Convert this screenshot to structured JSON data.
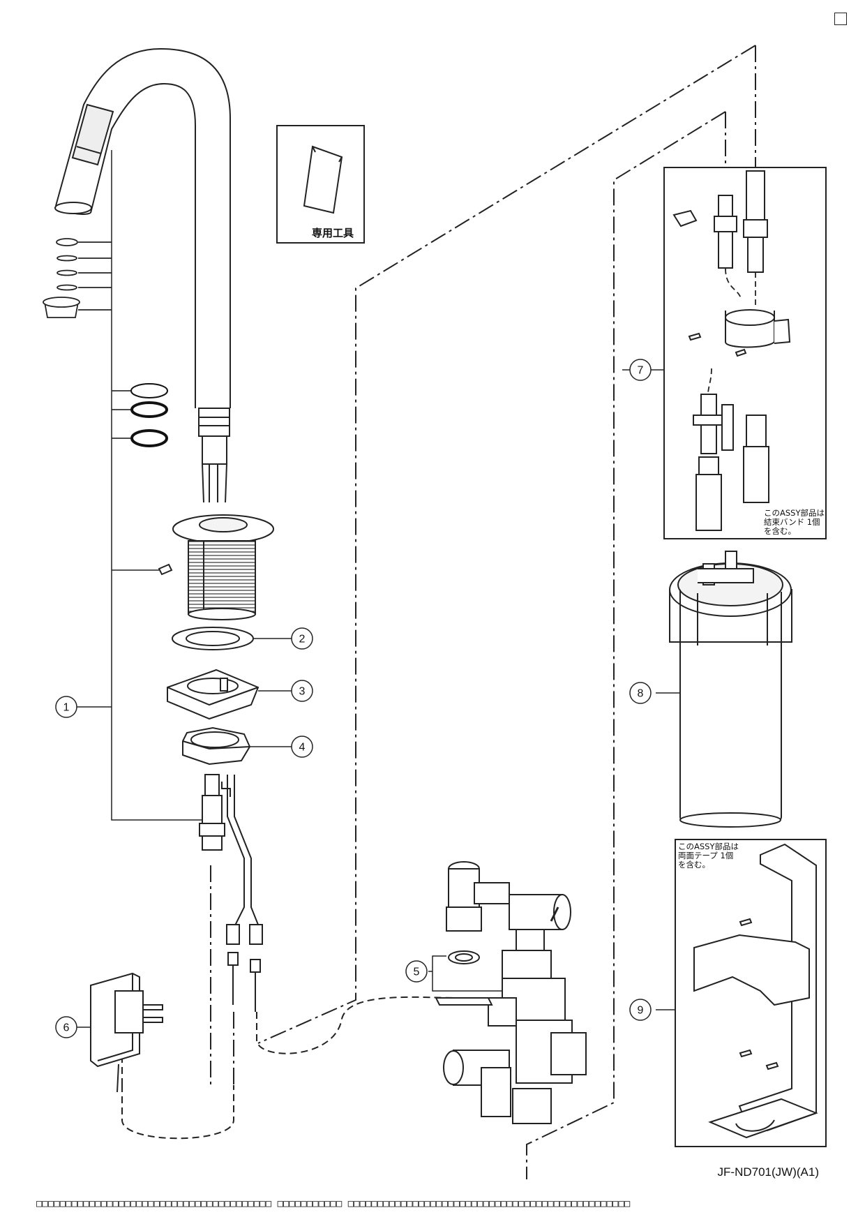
{
  "tool_label": "専用工具",
  "model_code": "JF-ND701(JW)(A1)",
  "corner_mark": "□",
  "footer_text": "□□□□□□□□□□□□□□□□□□□□□□□□□□□□□□□□□□□□□□□□ □□□□□□□□□□□ □□□□□□□□□□□□□□□□□□□□□□□□□□□□□□□□□□□□□□□□□□□□□□□□",
  "note_assy_7": "このASSY部品は\n結束バンド 1個\nを含む。",
  "note_assy_9": "このASSY部品は\n両面テープ 1個\nを含む。",
  "callouts": [
    "1",
    "2",
    "3",
    "4",
    "5",
    "6",
    "7",
    "8",
    "9"
  ]
}
